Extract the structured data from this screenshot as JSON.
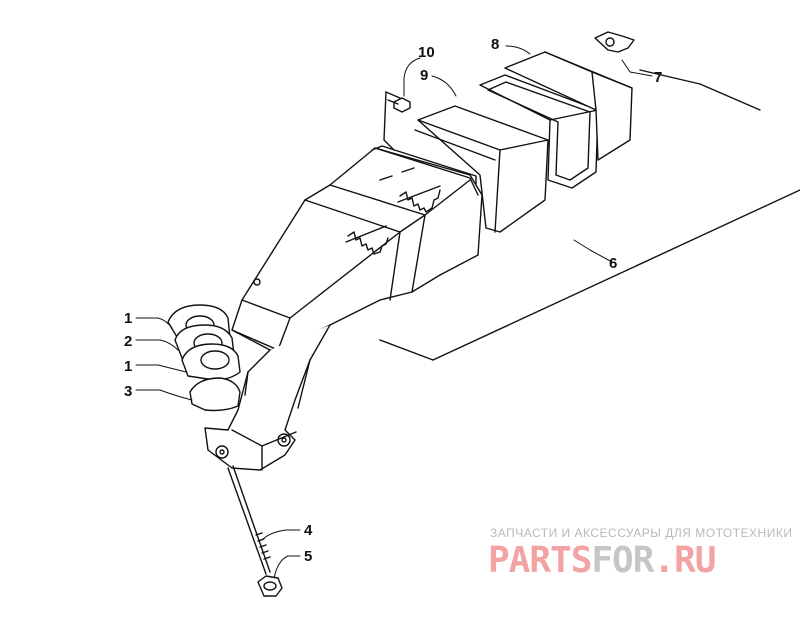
{
  "callouts": {
    "c1a": "1",
    "c2": "2",
    "c1b": "1",
    "c3": "3",
    "c4": "4",
    "c5": "5",
    "c6": "6",
    "c7": "7",
    "c8": "8",
    "c9": "9",
    "c10": "10"
  },
  "watermark": {
    "tagline": "ЗАПЧАСТИ И АКСЕССУАРЫ ДЛЯ МОТОТЕХНИКИ",
    "logo_part1": "PARTS",
    "logo_part2": "FOR",
    "logo_part3": ".RU"
  },
  "colors": {
    "line": "#111111",
    "watermark_red": "#f3a3a3",
    "watermark_gray": "#c6c6c6"
  }
}
